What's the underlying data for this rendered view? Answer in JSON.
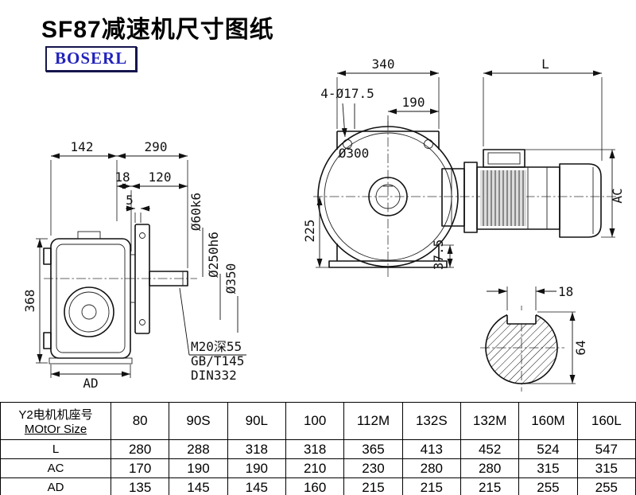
{
  "title": "SF87减速机尺寸图纸",
  "logo": {
    "text": "BOSERL"
  },
  "colors": {
    "logo_text": "#2222bb",
    "logo_border": "#15154d",
    "line": "#111111"
  },
  "drawing": {
    "side_view": {
      "dim_142": "142",
      "dim_290": "290",
      "dim_18": "18",
      "dim_120": "120",
      "dim_5": "5",
      "dim_368": "368",
      "dim_ad": "AD",
      "dim_shaft": "Ø60k6",
      "dim_spigot": "Ø250h6",
      "dim_flange": "Ø350",
      "note_tap": "M20深55",
      "note_gb": "GB/T145",
      "note_din": "DIN332"
    },
    "front_view": {
      "dim_340": "340",
      "dim_l": "L",
      "dim_holes": "4-Ø17.5",
      "dim_190": "190",
      "dim_d300": "Ø300",
      "dim_225": "225",
      "dim_375": "37.5",
      "dim_ac": "AC"
    },
    "shaft_section": {
      "dim_18": "18",
      "dim_64": "64"
    }
  },
  "table": {
    "header_line1": "Y2电机机座号",
    "header_line2": "MOtOr Size",
    "columns": [
      "80",
      "90S",
      "90L",
      "100",
      "112M",
      "132S",
      "132M",
      "160M",
      "160L"
    ],
    "rows": [
      {
        "label": "L",
        "values": [
          "280",
          "288",
          "318",
          "318",
          "365",
          "413",
          "452",
          "524",
          "547"
        ]
      },
      {
        "label": "AC",
        "values": [
          "170",
          "190",
          "190",
          "210",
          "230",
          "280",
          "280",
          "315",
          "315"
        ]
      },
      {
        "label": "AD",
        "values": [
          "135",
          "145",
          "145",
          "160",
          "215",
          "215",
          "215",
          "255",
          "255"
        ]
      }
    ]
  }
}
